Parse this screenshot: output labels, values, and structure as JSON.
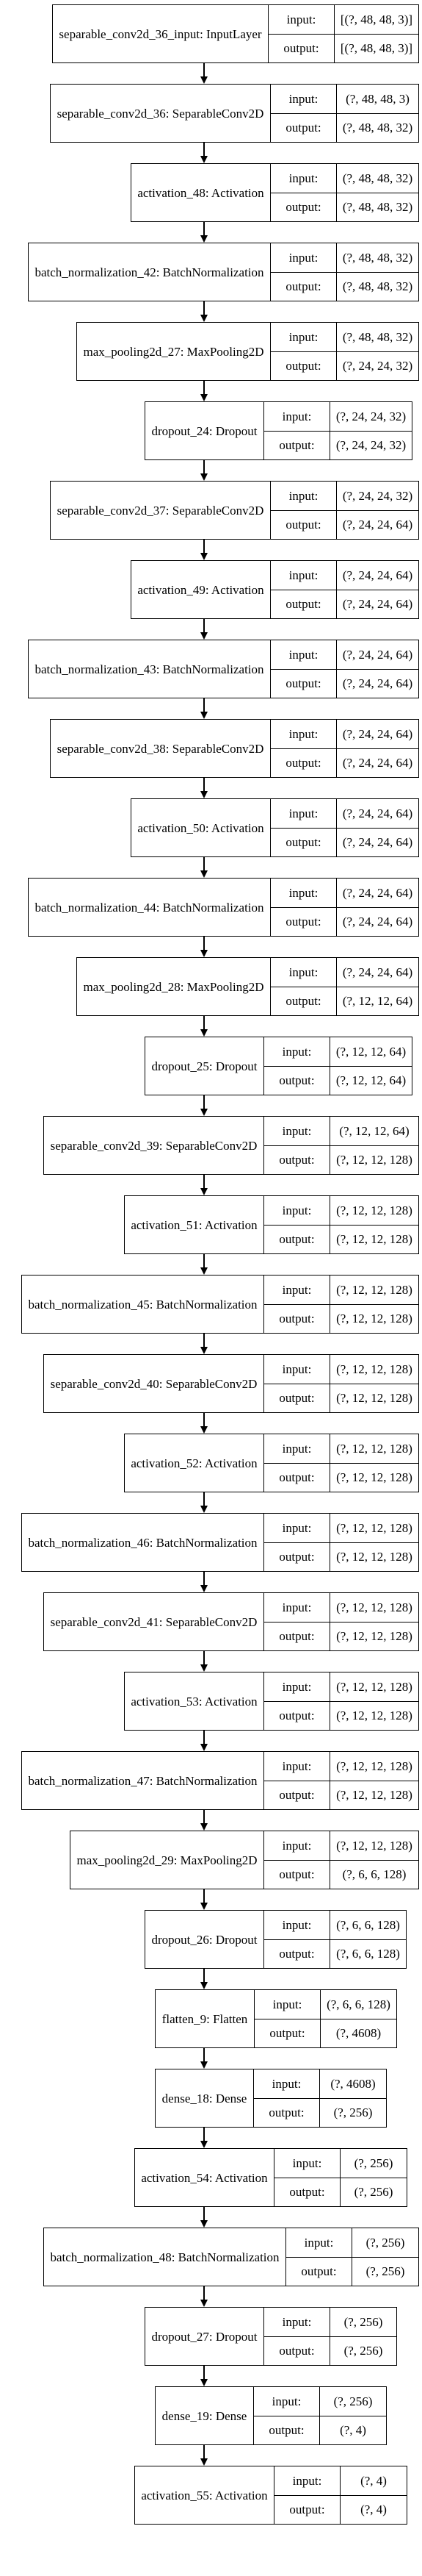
{
  "diagram": {
    "input_label": "input:",
    "output_label": "output:",
    "layers": [
      {
        "name": "separable_conv2d_36_input: InputLayer",
        "input": "[(?, 48, 48, 3)]",
        "output": "[(?, 48, 48, 3)]"
      },
      {
        "name": "separable_conv2d_36: SeparableConv2D",
        "input": "(?, 48, 48, 3)",
        "output": "(?, 48, 48, 32)"
      },
      {
        "name": "activation_48: Activation",
        "input": "(?, 48, 48, 32)",
        "output": "(?, 48, 48, 32)"
      },
      {
        "name": "batch_normalization_42: BatchNormalization",
        "input": "(?, 48, 48, 32)",
        "output": "(?, 48, 48, 32)"
      },
      {
        "name": "max_pooling2d_27: MaxPooling2D",
        "input": "(?, 48, 48, 32)",
        "output": "(?, 24, 24, 32)"
      },
      {
        "name": "dropout_24: Dropout",
        "input": "(?, 24, 24, 32)",
        "output": "(?, 24, 24, 32)"
      },
      {
        "name": "separable_conv2d_37: SeparableConv2D",
        "input": "(?, 24, 24, 32)",
        "output": "(?, 24, 24, 64)"
      },
      {
        "name": "activation_49: Activation",
        "input": "(?, 24, 24, 64)",
        "output": "(?, 24, 24, 64)"
      },
      {
        "name": "batch_normalization_43: BatchNormalization",
        "input": "(?, 24, 24, 64)",
        "output": "(?, 24, 24, 64)"
      },
      {
        "name": "separable_conv2d_38: SeparableConv2D",
        "input": "(?, 24, 24, 64)",
        "output": "(?, 24, 24, 64)"
      },
      {
        "name": "activation_50: Activation",
        "input": "(?, 24, 24, 64)",
        "output": "(?, 24, 24, 64)"
      },
      {
        "name": "batch_normalization_44: BatchNormalization",
        "input": "(?, 24, 24, 64)",
        "output": "(?, 24, 24, 64)"
      },
      {
        "name": "max_pooling2d_28: MaxPooling2D",
        "input": "(?, 24, 24, 64)",
        "output": "(?, 12, 12, 64)"
      },
      {
        "name": "dropout_25: Dropout",
        "input": "(?, 12, 12, 64)",
        "output": "(?, 12, 12, 64)"
      },
      {
        "name": "separable_conv2d_39: SeparableConv2D",
        "input": "(?, 12, 12, 64)",
        "output": "(?, 12, 12, 128)"
      },
      {
        "name": "activation_51: Activation",
        "input": "(?, 12, 12, 128)",
        "output": "(?, 12, 12, 128)"
      },
      {
        "name": "batch_normalization_45: BatchNormalization",
        "input": "(?, 12, 12, 128)",
        "output": "(?, 12, 12, 128)"
      },
      {
        "name": "separable_conv2d_40: SeparableConv2D",
        "input": "(?, 12, 12, 128)",
        "output": "(?, 12, 12, 128)"
      },
      {
        "name": "activation_52: Activation",
        "input": "(?, 12, 12, 128)",
        "output": "(?, 12, 12, 128)"
      },
      {
        "name": "batch_normalization_46: BatchNormalization",
        "input": "(?, 12, 12, 128)",
        "output": "(?, 12, 12, 128)"
      },
      {
        "name": "separable_conv2d_41: SeparableConv2D",
        "input": "(?, 12, 12, 128)",
        "output": "(?, 12, 12, 128)"
      },
      {
        "name": "activation_53: Activation",
        "input": "(?, 12, 12, 128)",
        "output": "(?, 12, 12, 128)"
      },
      {
        "name": "batch_normalization_47: BatchNormalization",
        "input": "(?, 12, 12, 128)",
        "output": "(?, 12, 12, 128)"
      },
      {
        "name": "max_pooling2d_29: MaxPooling2D",
        "input": "(?, 12, 12, 128)",
        "output": "(?, 6, 6, 128)"
      },
      {
        "name": "dropout_26: Dropout",
        "input": "(?, 6, 6, 128)",
        "output": "(?, 6, 6, 128)"
      },
      {
        "name": "flatten_9: Flatten",
        "input": "(?, 6, 6, 128)",
        "output": "(?, 4608)"
      },
      {
        "name": "dense_18: Dense",
        "input": "(?, 4608)",
        "output": "(?, 256)"
      },
      {
        "name": "activation_54: Activation",
        "input": "(?, 256)",
        "output": "(?, 256)"
      },
      {
        "name": "batch_normalization_48: BatchNormalization",
        "input": "(?, 256)",
        "output": "(?, 256)"
      },
      {
        "name": "dropout_27: Dropout",
        "input": "(?, 256)",
        "output": "(?, 256)"
      },
      {
        "name": "dense_19: Dense",
        "input": "(?, 256)",
        "output": "(?, 4)"
      },
      {
        "name": "activation_55: Activation",
        "input": "(?, 4)",
        "output": "(?, 4)"
      }
    ]
  }
}
